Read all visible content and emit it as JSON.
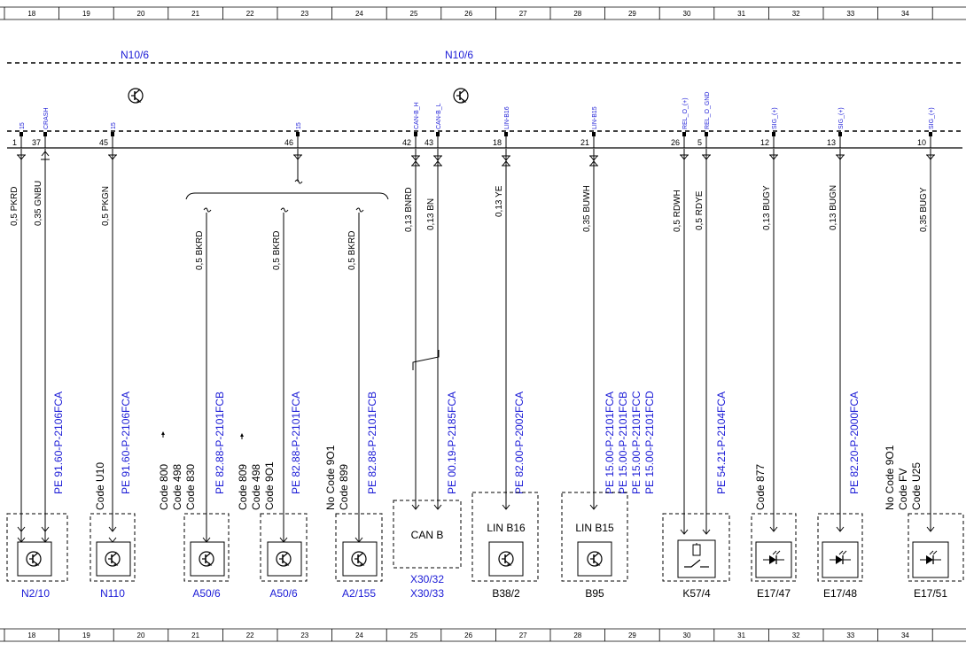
{
  "grid_numbers": [
    "18",
    "19",
    "20",
    "21",
    "22",
    "23",
    "24",
    "25",
    "26",
    "27",
    "28",
    "29",
    "30",
    "31",
    "32",
    "33",
    "34"
  ],
  "connectors": [
    {
      "label": "N10/6"
    },
    {
      "label": "N10/6"
    }
  ],
  "pins": [
    {
      "num": "1",
      "signal": "15"
    },
    {
      "num": "37",
      "signal": "CRASH"
    },
    {
      "num": "45",
      "signal": "15"
    },
    {
      "num": "46",
      "signal": "15"
    },
    {
      "num": "42",
      "signal": "CAN-B_H"
    },
    {
      "num": "43",
      "signal": "CAN-B_L"
    },
    {
      "num": "18",
      "signal": "LIN-B16"
    },
    {
      "num": "21",
      "signal": "LIN-B15"
    },
    {
      "num": "26",
      "signal": "REL_O_(+)"
    },
    {
      "num": "5",
      "signal": "REL_O_GND"
    },
    {
      "num": "12",
      "signal": "SIG_(+)"
    },
    {
      "num": "13",
      "signal": "SIG_(+)"
    },
    {
      "num": "10",
      "signal": "SIG_(+)"
    }
  ],
  "wires": [
    {
      "label": "0,5 PKRD"
    },
    {
      "label": "0,35 GNBU"
    },
    {
      "label": "0,5 PKGN"
    },
    {
      "label": "0,5 BKRD"
    },
    {
      "label": "0,5 BKRD"
    },
    {
      "label": "0,5 BKRD"
    },
    {
      "label": "0,13 BNRD"
    },
    {
      "label": "0,13 BN"
    },
    {
      "label": "0,13 YE"
    },
    {
      "label": "0,35 BUWH"
    },
    {
      "label": "0,5 RDWH"
    },
    {
      "label": "0,5 RDYE"
    },
    {
      "label": "0,13 BUGY"
    },
    {
      "label": "0,13 BUGN"
    },
    {
      "label": "0,35 BUGY"
    }
  ],
  "references": [
    {
      "lines": [
        "PE 91.60-P-2106FCA"
      ]
    },
    {
      "lines": [
        "PE 91.60-P-2106FCA"
      ]
    },
    {
      "lines": [
        "PE 82.88-P-2101FCB"
      ]
    },
    {
      "lines": [
        "PE 82.88-P-2101FCA"
      ]
    },
    {
      "lines": [
        "PE 82.88-P-2101FCB"
      ]
    },
    {
      "lines": [
        "PE 00.19-P-2185FCA"
      ]
    },
    {
      "lines": [
        "PE 82.00-P-2002FCA"
      ]
    },
    {
      "lines": [
        "PE 15.00-P-2101FCA",
        "PE 15.00-P-2101FCB",
        "PE 15.00-P-2101FCC",
        "PE 15.00-P-2101FCD"
      ]
    },
    {
      "lines": [
        "PE 54.21-P-2104FCA"
      ]
    },
    {
      "lines": [
        "PE 82.20-P-2000FCA"
      ]
    }
  ],
  "codes": [
    {
      "lines": [
        "Code U10"
      ]
    },
    {
      "lines": [
        "Code 800",
        "Code 498",
        "Code 830"
      ]
    },
    {
      "lines": [
        "Code 809",
        "Code 498",
        "Code 9O1"
      ]
    },
    {
      "lines": [
        "No Code 9O1",
        "Code 899"
      ]
    },
    {
      "lines": [
        "Code 877"
      ]
    },
    {
      "lines": [
        "No Code 9O1",
        "Code FV",
        "Code U25"
      ]
    }
  ],
  "component_labels": [
    "N2/10",
    "N110",
    "A50/6",
    "A50/6",
    "A2/155",
    "X30/32",
    "X30/33",
    "B38/2",
    "B95",
    "K57/4",
    "E17/47",
    "E17/48",
    "E17/51"
  ],
  "box_labels": [
    "CAN B",
    "LIN B16",
    "LIN B15"
  ],
  "colors": {
    "accent": "#1a1ad6",
    "line": "#000000"
  }
}
